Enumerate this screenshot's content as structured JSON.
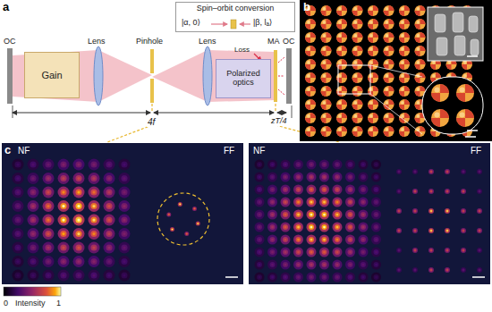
{
  "diagram": {
    "nodes": [
      {
        "text": [
          "Spin–orbit conversion"
        ]
      },
      {
        "text": [
          "Gain"
        ]
      },
      {
        "text": [
          "Polarized optics"
        ]
      }
    ],
    "labels": [
      "a",
      "OC",
      "Lens",
      "Pinhole",
      "Lens",
      "Loss",
      "MA",
      "OC",
      "|α, 0⟩",
      "|β, lₐ⟩",
      "4f",
      "zT/4",
      "b",
      "c",
      "NF",
      "FF",
      "NF",
      "FF",
      "0",
      "Intensity",
      "1"
    ]
  }
}
